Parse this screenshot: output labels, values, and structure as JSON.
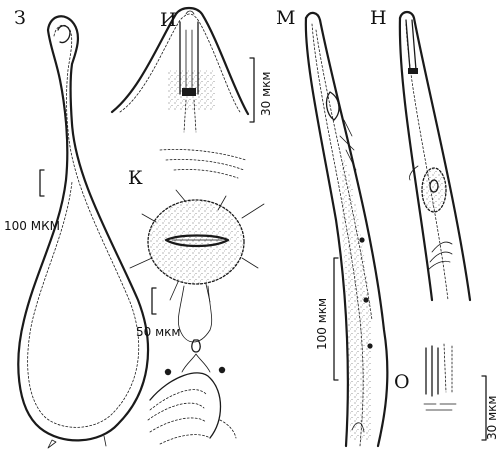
{
  "panels": {
    "z": {
      "label": "З",
      "scale_text": "100 МКМ"
    },
    "i": {
      "label": "И",
      "scale_text": "30 мкм"
    },
    "k": {
      "label": "К",
      "scale_text": "50 мкм"
    },
    "m": {
      "label": "М",
      "scale_text": "100 мкм"
    },
    "n": {
      "label": "Н"
    },
    "o": {
      "label": "О",
      "scale_text": "30 мкм"
    }
  },
  "colors": {
    "ink": "#1a1a1a",
    "background": "#ffffff"
  }
}
